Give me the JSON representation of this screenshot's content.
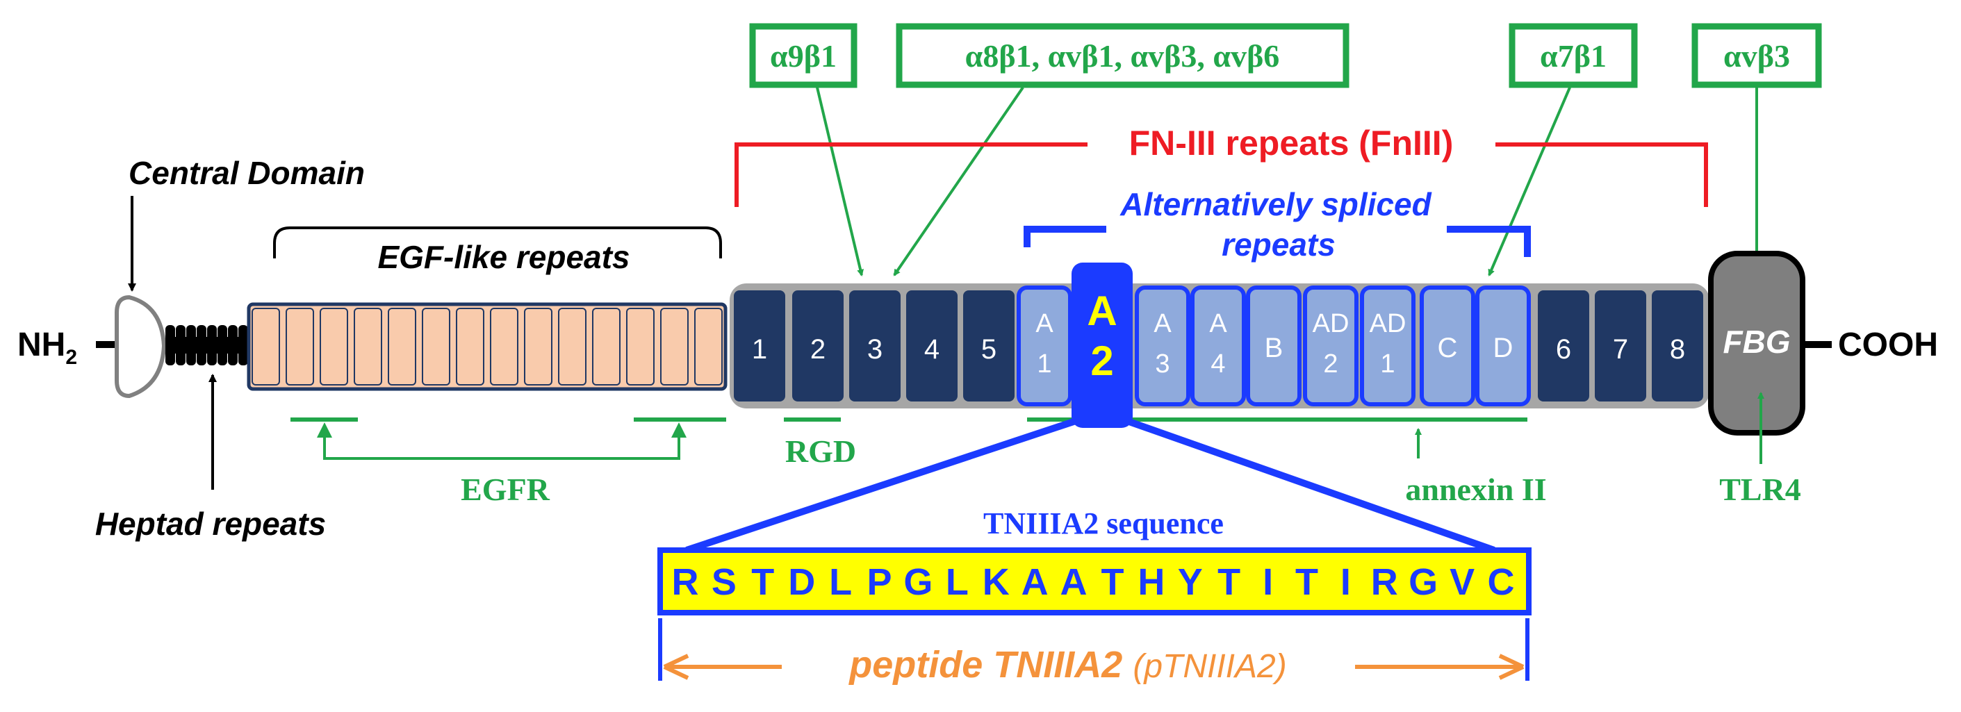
{
  "labels": {
    "nh2": "NH",
    "nh2_sub": "2",
    "cooh": "COOH",
    "central_domain": "Central Domain",
    "heptad_repeats": "Heptad repeats",
    "egf_like_repeats": "EGF-like repeats",
    "fn_iii_repeats": "FN-III repeats (FnIII)",
    "alt_spliced_line1": "Alternatively spliced",
    "alt_spliced_line2": "repeats",
    "fbg": "FBG"
  },
  "integrins": {
    "a9b1": "α9β1",
    "group": "α8β1, αvβ1, αvβ3, αvβ6",
    "a7b1": "α7β1",
    "avb3": "αvβ3"
  },
  "binding": {
    "egfr": "EGFR",
    "rgd": "RGD",
    "annexin": "annexin II",
    "tlr4": "TLR4"
  },
  "fn_repeats_left": [
    "1",
    "2",
    "3",
    "4",
    "5"
  ],
  "fn_repeats_right": [
    "6",
    "7",
    "8"
  ],
  "spliced_repeats": [
    {
      "line1": "A",
      "line2": "1"
    },
    {
      "line1": "A",
      "line2": "2",
      "highlight": true
    },
    {
      "line1": "A",
      "line2": "3"
    },
    {
      "line1": "A",
      "line2": "4"
    },
    {
      "line1": "B",
      "line2": ""
    },
    {
      "line1": "AD",
      "line2": "2"
    },
    {
      "line1": "AD",
      "line2": "1"
    },
    {
      "line1": "C",
      "line2": ""
    },
    {
      "line1": "D",
      "line2": ""
    }
  ],
  "egf_repeat_count": 14,
  "tniiia2": {
    "title": "TNIIIA2 sequence",
    "sequence": [
      "R",
      "S",
      "T",
      "D",
      "L",
      "P",
      "G",
      "L",
      "K",
      "A",
      "A",
      "T",
      "H",
      "Y",
      "T",
      "I",
      "T",
      "I",
      "R",
      "G",
      "V",
      "C"
    ],
    "peptide_main": "peptide TNIIIA2",
    "peptide_paren": "(pTNIIIA2)"
  },
  "colors": {
    "green": "#22a64a",
    "red": "#ee1c24",
    "blue": "#1b3bff",
    "navy": "#203864",
    "light_blue": "#8faadc",
    "peach": "#f9cbac",
    "orange": "#f4923b",
    "yellow": "#ffff00",
    "gray": "#7f7f7f"
  }
}
